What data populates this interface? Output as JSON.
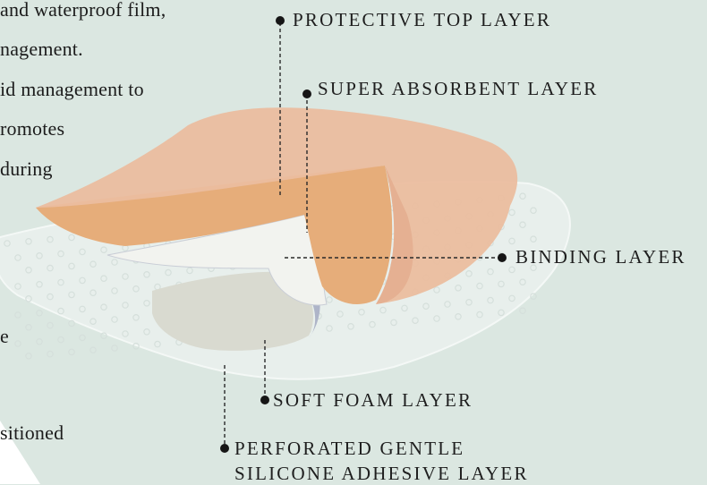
{
  "paragraph": {
    "lines": [
      "and waterproof film,",
      "nagement.",
      "id management to",
      "romotes",
      "during",
      "e",
      "sitioned"
    ]
  },
  "labels": {
    "protective_top": "PROTECTIVE TOP LAYER",
    "super_absorbent": "SUPER ABSORBENT LAYER",
    "binding": "BINDING LAYER",
    "soft_foam": "SOFT FOAM LAYER",
    "perforated_line1": "PERFORATED GENTLE",
    "perforated_line2": "SILICONE ADHESIVE LAYER"
  },
  "colors": {
    "background": "#dbe7e1",
    "top_layer": "#e9b89c",
    "absorbent_layer": "#e5ac79",
    "foam_layer": "#d8d9cf",
    "adhesive_layer": "#e9f0ed",
    "leader_line": "#2a2a2a"
  }
}
